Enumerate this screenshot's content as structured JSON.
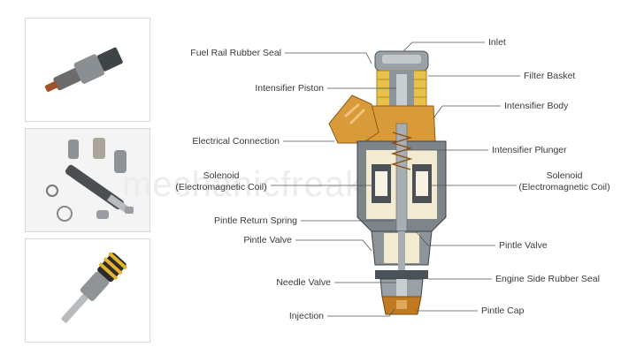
{
  "watermark": "mechanicfreak.com",
  "thumbnails": [
    {
      "icon": "fuel-injector-photo"
    },
    {
      "icon": "injector-parts-photo"
    },
    {
      "icon": "diesel-injector-photo"
    }
  ],
  "labels": {
    "fuel_rail_rubber_seal": "Fuel Rail Rubber Seal",
    "inlet": "Inlet",
    "filter_basket": "Filter Basket",
    "intensifier_piston": "Intensifier Piston",
    "intensifier_body": "Intensifier Body",
    "electrical_connection": "Electrical Connection",
    "intensifier_plunger": "Intensifier Plunger",
    "solenoid_left_line1": "Solenoid",
    "solenoid_left_line2": "(Electromagnetic Coil)",
    "solenoid_right_line1": "Solenoid",
    "solenoid_right_line2": "(Electromagnetic Coil)",
    "pintle_return_spring": "Pintle Return Spring",
    "pintle_valve_left": "Pintle Valve",
    "pintle_valve_right": "Pintle Valve",
    "needle_valve": "Needle Valve",
    "engine_side_rubber_seal": "Engine Side Rubber Seal",
    "injection": "Injection",
    "pintle_cap": "Pintle Cap"
  },
  "colors": {
    "body_gray": "#9aa1a6",
    "dark_gray": "#4b5257",
    "cream": "#f3ead2",
    "orange": "#d99a3a",
    "gold": "#e8c14a",
    "brown": "#c27a22"
  }
}
